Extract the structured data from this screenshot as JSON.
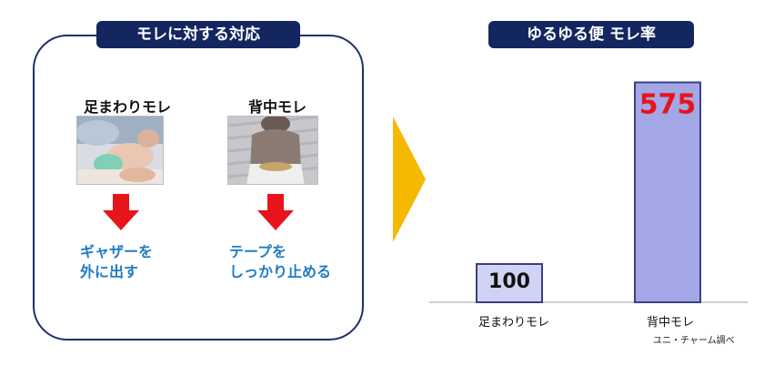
{
  "left_panel": {
    "title": "モレに対する対応",
    "cases": [
      {
        "label": "足まわりモレ",
        "action_lines": [
          "ギャザーを",
          "外に出す"
        ]
      },
      {
        "label": "背中モレ",
        "action_lines": [
          "テープを",
          "しっかり止める"
        ]
      }
    ]
  },
  "chart_header": "ゆるゆる便 モレ率",
  "source_note": "ユニ・チャーム調べ",
  "colors": {
    "navy": "#14265f",
    "arrow_red": "#e8141b",
    "action_blue": "#1f7dc1",
    "chevron_gold": "#f5b800",
    "bar_light": "#d0d3f3",
    "bar_dark": "#a3a7e6",
    "value_black": "#111111",
    "value_red": "#e8141b"
  },
  "chart_data": {
    "type": "bar",
    "title": "ゆるゆる便 モレ率",
    "categories": [
      "足まわりモレ",
      "背中モレ"
    ],
    "values": [
      100,
      575
    ],
    "value_labels": [
      "100",
      "575"
    ],
    "ylim": [
      0,
      600
    ],
    "grid": false
  }
}
